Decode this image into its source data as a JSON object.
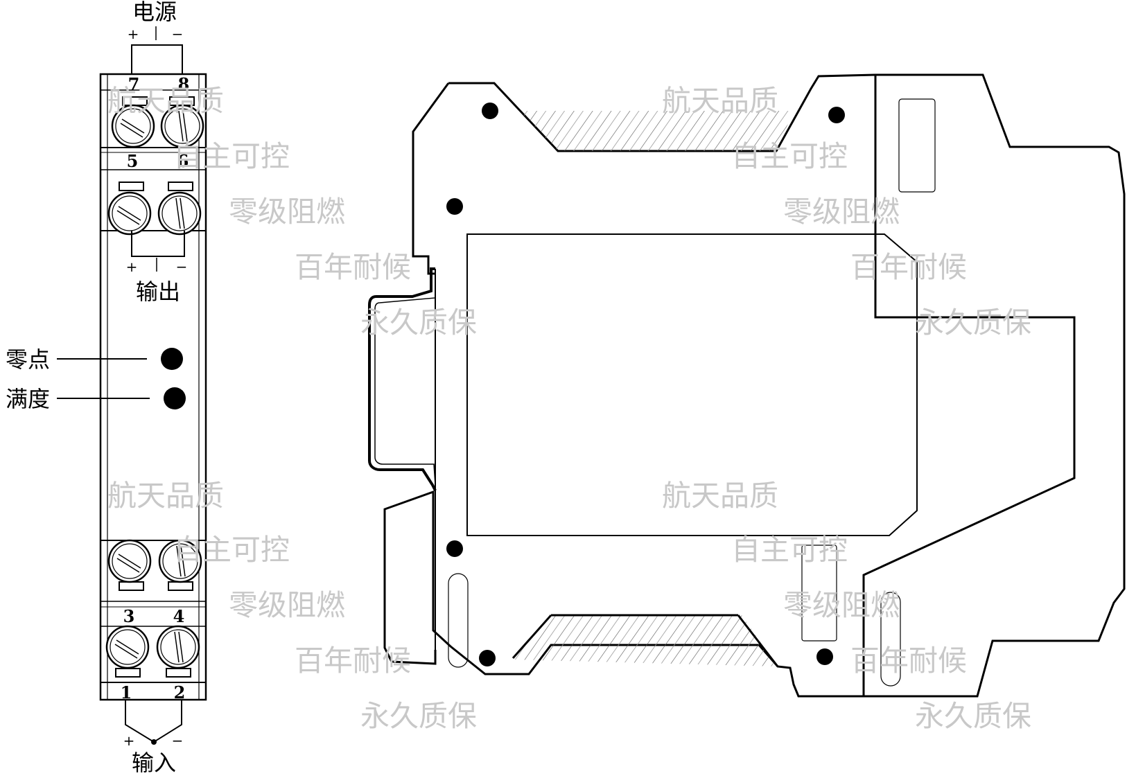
{
  "labels": {
    "power": "电源",
    "output": "输出",
    "input": "输入",
    "zero": "零点",
    "span": "满度",
    "plus": "+",
    "minus": "−"
  },
  "terminals": {
    "t1": "1",
    "t2": "2",
    "t3": "3",
    "t4": "4",
    "t5": "5",
    "t6": "6",
    "t7": "7",
    "t8": "8"
  },
  "watermarks": {
    "w1": "航天品质",
    "w2": "自主可控",
    "w3": "零级阻燃",
    "w4": "百年耐候",
    "w5": "永久质保"
  },
  "colors": {
    "ink": "#000000",
    "watermark": "#c8c8c8",
    "hatch": "#555555"
  }
}
